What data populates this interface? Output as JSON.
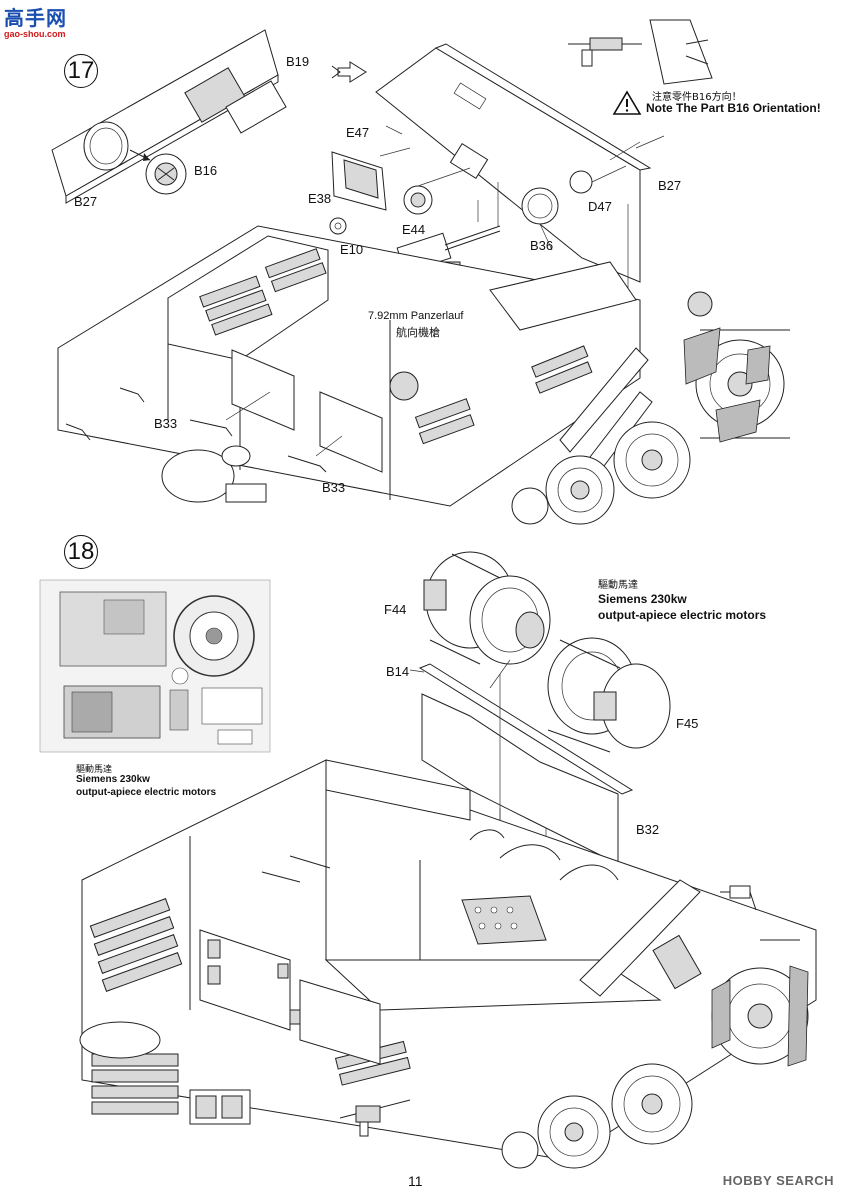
{
  "watermark": {
    "site_cn": "高手网",
    "site_url": "gao-shou.com"
  },
  "step17": {
    "number": "17",
    "labels": {
      "b19": "B19",
      "b16": "B16",
      "b27_left": "B27",
      "e47": "E47",
      "e38": "E38",
      "e10": "E10",
      "e44": "E44",
      "b36": "B36",
      "d47": "D47",
      "b27_right": "B27",
      "b33_left": "B33",
      "b33_right": "B33"
    },
    "mg_label_en": "7.92mm Panzerlauf",
    "mg_label_cn": "航向機槍",
    "note_cn": "注意零件B16方向！",
    "note_en": "Note The Part B16 Orientation!"
  },
  "step18": {
    "number": "18",
    "labels": {
      "f44": "F44",
      "f45": "F45",
      "b14": "B14",
      "b32": "B32"
    },
    "motor_cn": "驅動馬達",
    "motor_en_line1": "Siemens 230kw",
    "motor_en_line2": "output-apiece electric motors",
    "ref_cn": "驅動馬達",
    "ref_en_line1": "Siemens 230kw",
    "ref_en_line2": "output-apiece electric motors"
  },
  "footer": {
    "page_number": "11",
    "brand": "HOBBY SEARCH"
  }
}
